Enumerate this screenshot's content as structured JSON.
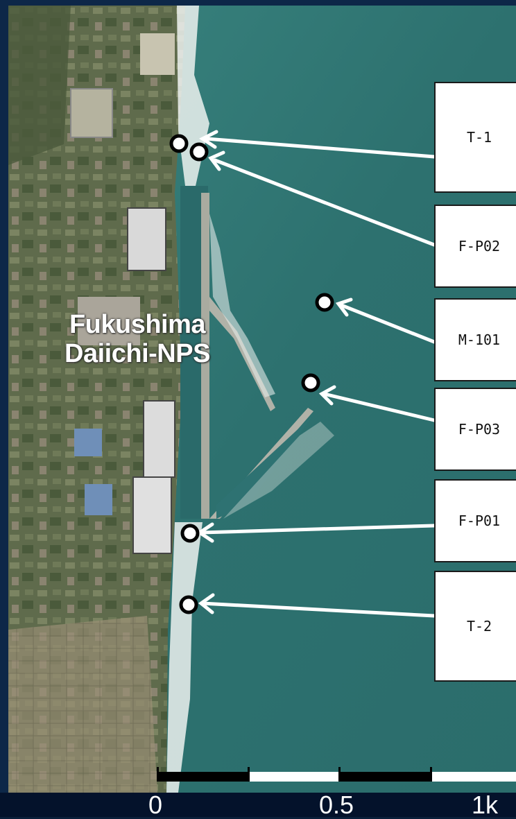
{
  "site": {
    "name_line1": "Fukushima",
    "name_line2": "Daiichi-NPS"
  },
  "stations": [
    {
      "id": "T-1"
    },
    {
      "id": "F-P02"
    },
    {
      "id": "M-101"
    },
    {
      "id": "F-P03"
    },
    {
      "id": "F-P01"
    },
    {
      "id": "T-2"
    }
  ],
  "scale": {
    "tick_labels": [
      "0",
      "0.5",
      "1k"
    ]
  },
  "colors": {
    "sea": "#2f7a78",
    "land": "#5b6a4a",
    "frame": "#0d2748",
    "marker_fill": "#ffffff",
    "marker_stroke": "#000000"
  }
}
